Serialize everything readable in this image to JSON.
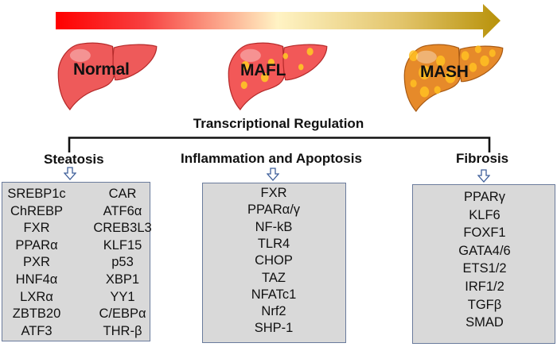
{
  "progression": {
    "colors": {
      "start": "#ff0000",
      "middle": "#fff3c4",
      "end": "#b8920a"
    },
    "stages": [
      {
        "label": "Normal",
        "fill": "#ee5a5a",
        "spots": false
      },
      {
        "label": "MAFL",
        "fill": "#f25858",
        "spots": true,
        "spot_color": "#ffcc22"
      },
      {
        "label": "MASH",
        "fill": "#e68a2a",
        "spots": true,
        "spot_color": "#ffc022"
      }
    ]
  },
  "title": "Transcriptional Regulation",
  "sections": [
    {
      "title": "Steatosis",
      "columns": [
        [
          "SREBP1c",
          "ChREBP",
          "FXR",
          "PPARα",
          "PXR",
          "HNF4α",
          "LXRα",
          "ZBTB20",
          "ATF3"
        ],
        [
          "CAR",
          "ATF6α",
          "CREB3L3",
          "KLF15",
          "p53",
          "XBP1",
          "YY1",
          "C/EBPα",
          "THR-β"
        ]
      ]
    },
    {
      "title": "Inflammation and Apoptosis",
      "columns": [
        [
          "FXR",
          "PPARα/γ",
          "NF-kB",
          "TLR4",
          "CHOP",
          "TAZ",
          "NFATc1",
          "Nrf2",
          "SHP-1"
        ]
      ]
    },
    {
      "title": "Fibrosis",
      "columns": [
        [
          "PPARγ",
          "KLF6",
          "FOXF1",
          "GATA4/6",
          "ETS1/2",
          "IRF1/2",
          "TGFβ",
          "SMAD"
        ]
      ]
    }
  ],
  "icons": {
    "progress_arrow": "arrow-right-gradient",
    "section_pointer": "hollow-arrow-down"
  }
}
